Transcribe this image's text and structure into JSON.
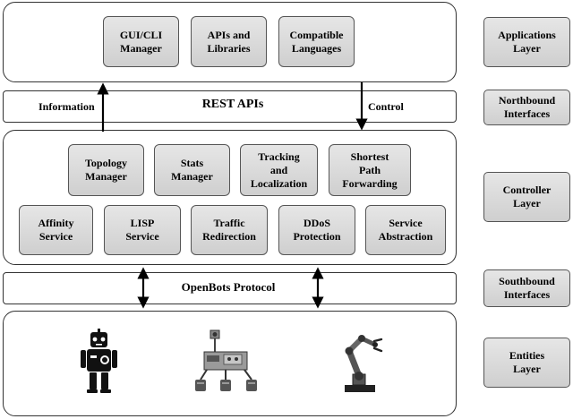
{
  "applications_panel": {
    "boxes": [
      "GUI/CLI\nManager",
      "APIs and\nLibraries",
      "Compatible\nLanguages"
    ]
  },
  "northbound_bar": {
    "title": "REST APIs",
    "left_label": "Information",
    "right_label": "Control"
  },
  "controller_panel": {
    "row1": [
      "Topology\nManager",
      "Stats\nManager",
      "Tracking\nand\nLocalization",
      "Shortest\nPath\nForwarding"
    ],
    "row2": [
      "Affinity\nService",
      "LISP\nService",
      "Traffic\nRedirection",
      "DDoS\nProtection",
      "Service\nAbstraction"
    ]
  },
  "southbound_bar": {
    "title": "OpenBots Protocol"
  },
  "entities_panel": {
    "icons": [
      "humanoid-robot-icon",
      "rover-robot-icon",
      "robotic-arm-icon"
    ]
  },
  "side_labels": {
    "applications": "Applications\nLayer",
    "northbound": "Northbound\nInterfaces",
    "controller": "Controller\nLayer",
    "southbound": "Southbound\nInterfaces",
    "entities": "Entities\nLayer"
  }
}
